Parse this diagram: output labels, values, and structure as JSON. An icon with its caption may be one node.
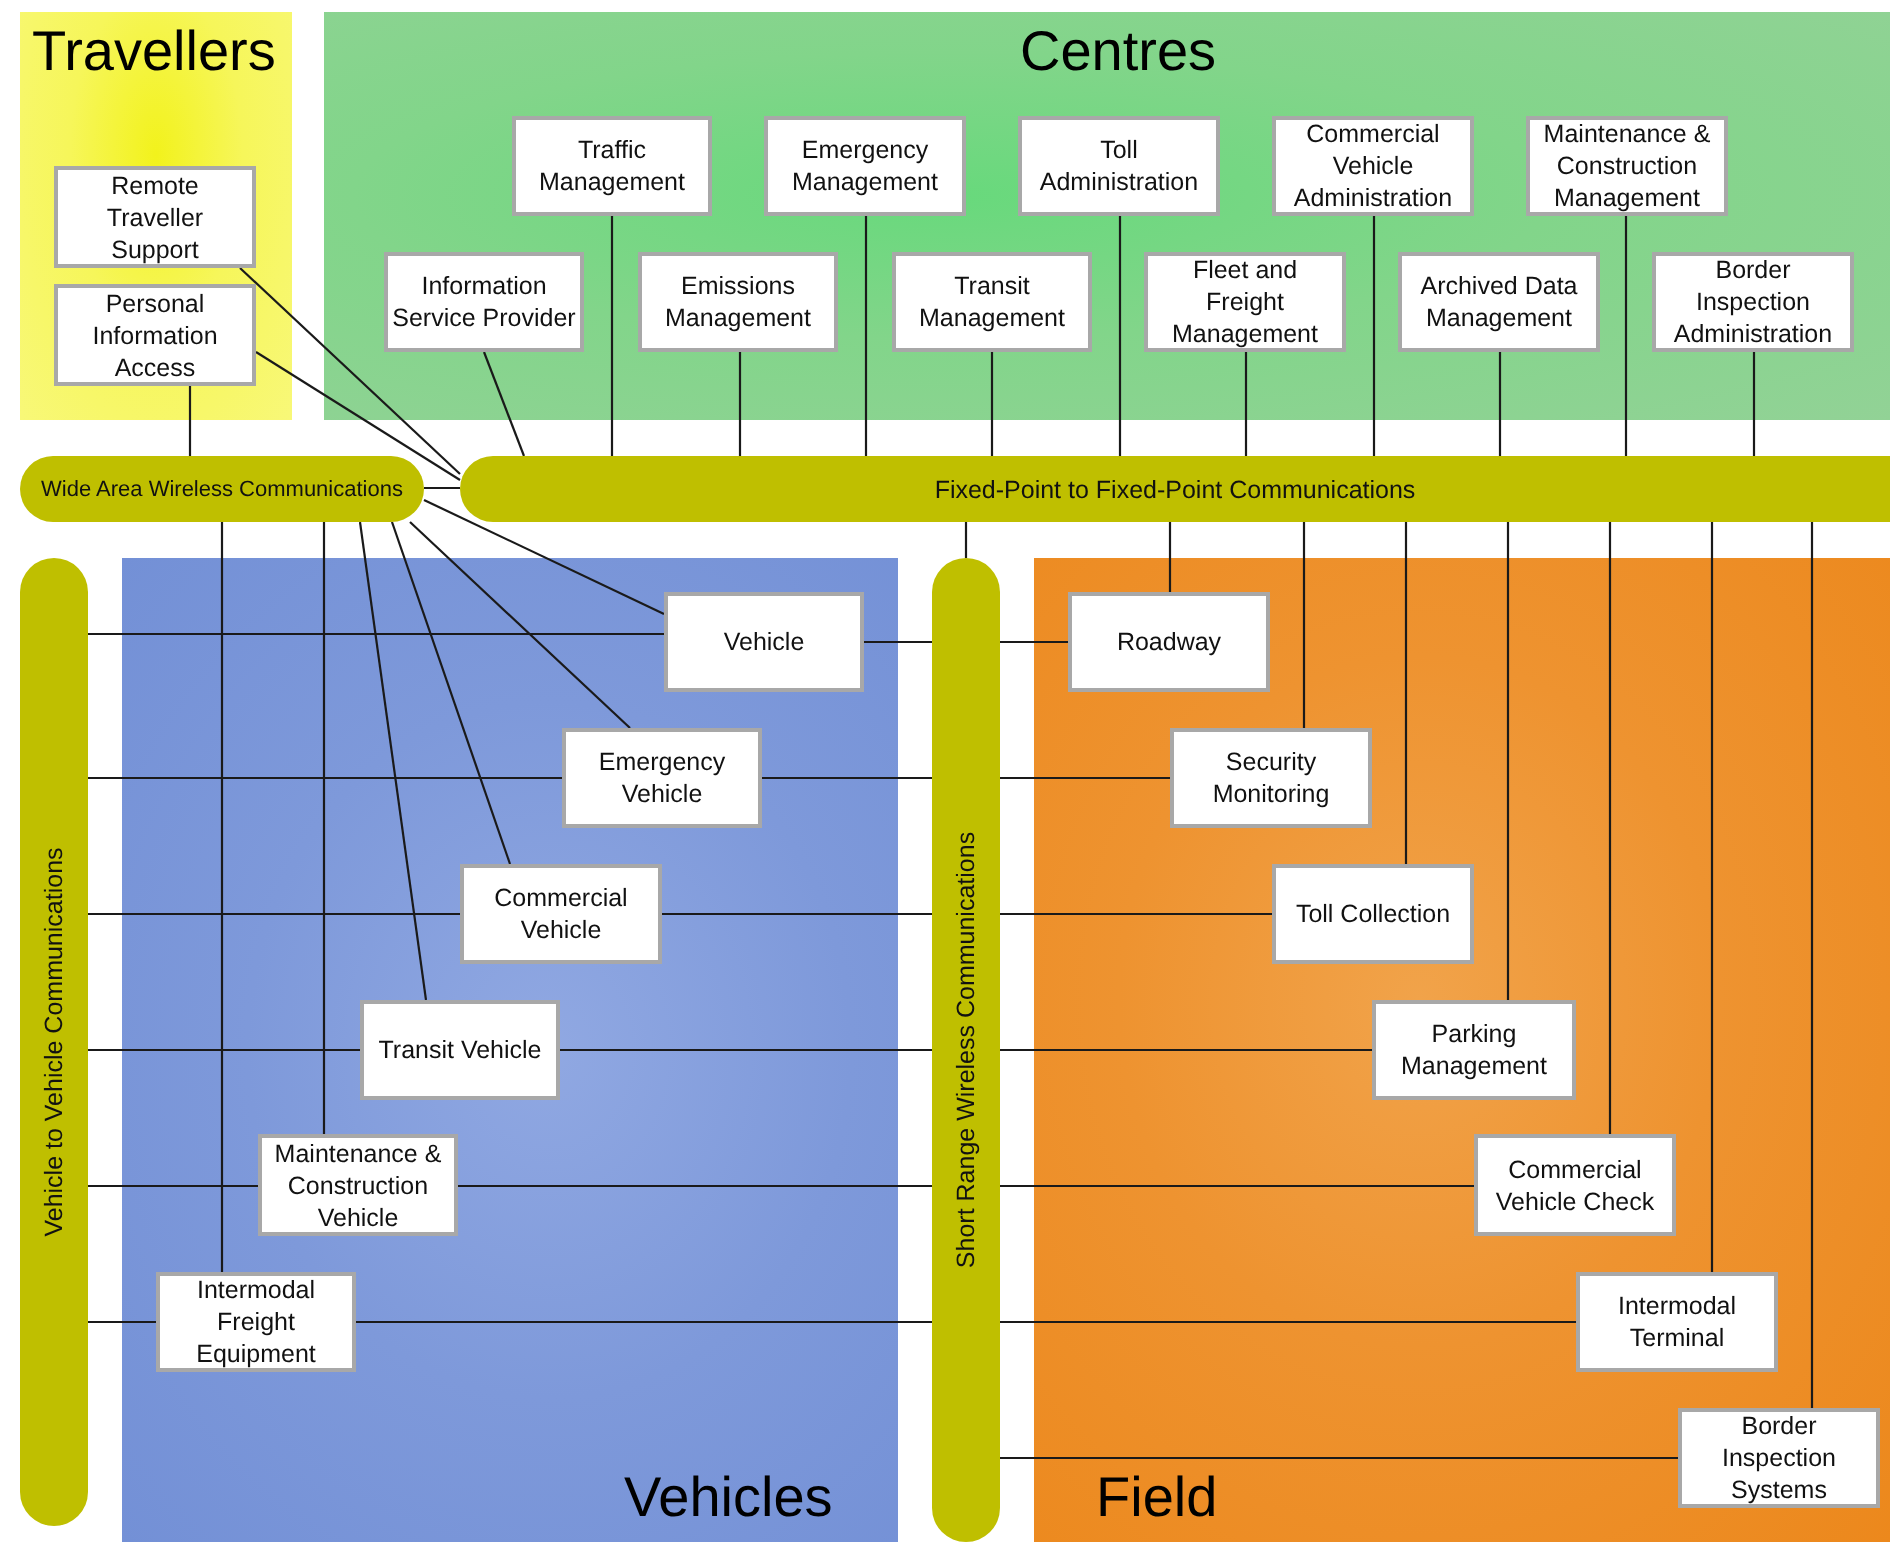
{
  "diagram": {
    "nodes": [
      {
        "text": [
          "Travellers"
        ]
      },
      {
        "text": [
          "Remote Traveller Support"
        ],
        "in": 0
      },
      {
        "text": [
          "Personal Information Access"
        ],
        "in": 0
      },
      {
        "text": [
          "Centres"
        ]
      },
      {
        "text": [
          "Traffic Management"
        ],
        "in": 3
      },
      {
        "text": [
          "Emergency Management"
        ],
        "in": 3
      },
      {
        "text": [
          "Toll Administration"
        ],
        "in": 3
      },
      {
        "text": [
          "Commercial Vehicle Administration"
        ],
        "in": 3
      },
      {
        "text": [
          "Maintenance & Construction Management"
        ],
        "in": 3
      },
      {
        "text": [
          "Information Service Provider"
        ],
        "in": 3
      },
      {
        "text": [
          "Emissions Management"
        ],
        "in": 3
      },
      {
        "text": [
          "Transit Management"
        ],
        "in": 3
      },
      {
        "text": [
          "Fleet and Freight Management"
        ],
        "in": 3
      },
      {
        "text": [
          "Archived Data Management"
        ],
        "in": 3
      },
      {
        "text": [
          "Border Inspection Administration"
        ],
        "in": 3
      },
      {
        "text": [
          "Wide Area Wireless Communications"
        ]
      },
      {
        "text": [
          "Fixed-Point to Fixed-Point Communications"
        ]
      },
      {
        "text": [
          "Vehicle to Vehicle Communications"
        ]
      },
      {
        "text": [
          "Vehicles"
        ]
      },
      {
        "text": [
          "Vehicle"
        ],
        "in": 18
      },
      {
        "text": [
          "Emergency Vehicle"
        ],
        "in": 18
      },
      {
        "text": [
          "Commercial Vehicle"
        ],
        "in": 18
      },
      {
        "text": [
          "Transit Vehicle"
        ],
        "in": 18
      },
      {
        "text": [
          "Maintenance & Construction Vehicle"
        ],
        "in": 18
      },
      {
        "text": [
          "Intermodal Freight Equipment"
        ],
        "in": 18
      },
      {
        "text": [
          "Short Range Wireless Communications"
        ]
      },
      {
        "text": [
          "Field"
        ]
      },
      {
        "text": [
          "Roadway"
        ],
        "in": 26
      },
      {
        "text": [
          "Security Monitoring"
        ],
        "in": 26
      },
      {
        "text": [
          "Toll Collection"
        ],
        "in": 26
      },
      {
        "text": [
          "Parking Management"
        ],
        "in": 26
      },
      {
        "text": [
          "Commercial Vehicle Check"
        ],
        "in": 26
      },
      {
        "text": [
          "Intermodal Terminal"
        ],
        "in": 26
      },
      {
        "text": [
          "Border Inspection Systems"
        ],
        "in": 26
      }
    ],
    "edges": [
      {
        "from": 1,
        "to": 16,
        "arrow": "none"
      },
      {
        "from": 2,
        "to": 16,
        "arrow": "none"
      },
      {
        "from": 2,
        "to": 15,
        "arrow": "none"
      },
      {
        "from": 15,
        "to": 16,
        "arrow": "none"
      },
      {
        "from": 9,
        "to": 16,
        "arrow": "none"
      },
      {
        "from": 4,
        "to": 16,
        "arrow": "none"
      },
      {
        "from": 10,
        "to": 16,
        "arrow": "none"
      },
      {
        "from": 5,
        "to": 16,
        "arrow": "none"
      },
      {
        "from": 11,
        "to": 16,
        "arrow": "none"
      },
      {
        "from": 6,
        "to": 16,
        "arrow": "none"
      },
      {
        "from": 12,
        "to": 16,
        "arrow": "none"
      },
      {
        "from": 7,
        "to": 16,
        "arrow": "none"
      },
      {
        "from": 13,
        "to": 16,
        "arrow": "none"
      },
      {
        "from": 8,
        "to": 16,
        "arrow": "none"
      },
      {
        "from": 14,
        "to": 16,
        "arrow": "none"
      },
      {
        "from": 16,
        "to": 25,
        "arrow": "none"
      },
      {
        "from": 16,
        "to": 27,
        "arrow": "none"
      },
      {
        "from": 16,
        "to": 28,
        "arrow": "none"
      },
      {
        "from": 16,
        "to": 29,
        "arrow": "none"
      },
      {
        "from": 16,
        "to": 30,
        "arrow": "none"
      },
      {
        "from": 16,
        "to": 31,
        "arrow": "none"
      },
      {
        "from": 16,
        "to": 32,
        "arrow": "none"
      },
      {
        "from": 16,
        "to": 33,
        "arrow": "none"
      },
      {
        "from": 15,
        "to": 24,
        "arrow": "none"
      },
      {
        "from": 15,
        "to": 23,
        "arrow": "none"
      },
      {
        "from": 15,
        "to": 22,
        "arrow": "none"
      },
      {
        "from": 15,
        "to": 21,
        "arrow": "none"
      },
      {
        "from": 15,
        "to": 20,
        "arrow": "none"
      },
      {
        "from": 15,
        "to": 19,
        "arrow": "none"
      },
      {
        "from": 17,
        "to": 19,
        "arrow": "none"
      },
      {
        "from": 17,
        "to": 20,
        "arrow": "none"
      },
      {
        "from": 17,
        "to": 21,
        "arrow": "none"
      },
      {
        "from": 17,
        "to": 22,
        "arrow": "none"
      },
      {
        "from": 17,
        "to": 23,
        "arrow": "none"
      },
      {
        "from": 17,
        "to": 24,
        "arrow": "none"
      },
      {
        "from": 19,
        "to": 25,
        "arrow": "none"
      },
      {
        "from": 20,
        "to": 25,
        "arrow": "none"
      },
      {
        "from": 21,
        "to": 25,
        "arrow": "none"
      },
      {
        "from": 22,
        "to": 25,
        "arrow": "none"
      },
      {
        "from": 23,
        "to": 25,
        "arrow": "none"
      },
      {
        "from": 24,
        "to": 25,
        "arrow": "none"
      },
      {
        "from": 25,
        "to": 27,
        "arrow": "none"
      },
      {
        "from": 25,
        "to": 28,
        "arrow": "none"
      },
      {
        "from": 25,
        "to": 29,
        "arrow": "none"
      },
      {
        "from": 25,
        "to": 30,
        "arrow": "none"
      },
      {
        "from": 25,
        "to": 31,
        "arrow": "none"
      },
      {
        "from": 25,
        "to": 32,
        "arrow": "none"
      },
      {
        "from": 25,
        "to": 33,
        "arrow": "none"
      }
    ]
  }
}
